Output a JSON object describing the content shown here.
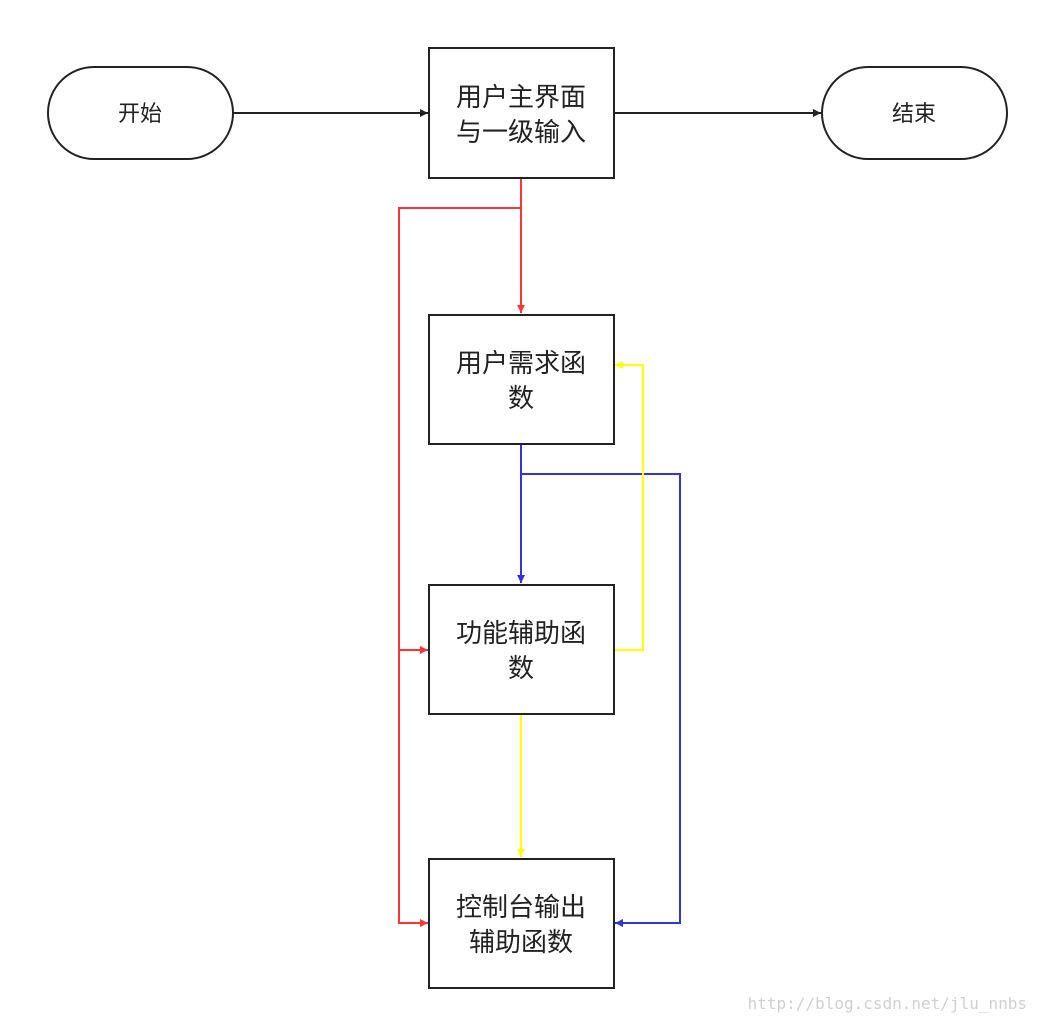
{
  "nodes": {
    "start": {
      "label": "开始"
    },
    "main": {
      "line1": "用户主界面",
      "line2": "与一级输入"
    },
    "end": {
      "label": "结束"
    },
    "need": {
      "line1": "用户需求函",
      "line2": "数"
    },
    "helper": {
      "line1": "功能辅助函",
      "line2": "数"
    },
    "console": {
      "line1": "控制台输出",
      "line2": "辅助函数"
    }
  },
  "colors": {
    "black": "#222222",
    "red": "#ff3333",
    "blue": "#3333dd",
    "yellow": "#ffff00"
  },
  "watermark": "http://blog.csdn.net/jlu_nnbs"
}
